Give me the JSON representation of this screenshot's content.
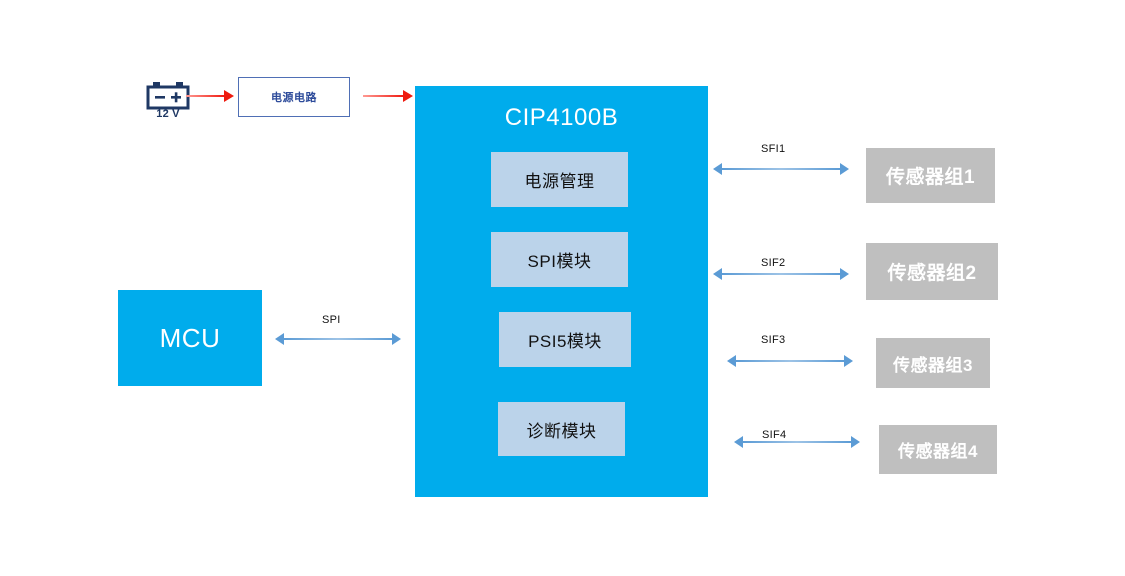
{
  "diagram": {
    "title": "CIP4100B sensor interface block diagram",
    "colors": {
      "chip_blue": "#00ACEC",
      "module_blue": "#BBD3EA",
      "sensor_gray": "#BFBFBF",
      "arrow_blue": "#5B9BD5",
      "arrow_red": "#EE1B0F",
      "power_border": "#4F6FB5",
      "battery_navy": "#1F3864"
    }
  },
  "power_source": {
    "icon": "battery-icon",
    "voltage_label": "12 V"
  },
  "power_circuit": {
    "label": "电源电路"
  },
  "chip": {
    "title": "CIP4100B",
    "modules": [
      {
        "label": "电源管理"
      },
      {
        "label": "SPI模块"
      },
      {
        "label": "PSI5模块"
      },
      {
        "label": "诊断模块"
      }
    ]
  },
  "mcu": {
    "label": "MCU"
  },
  "connections": {
    "mcu_link_label": "SPI",
    "sensor_links": [
      {
        "label": "SFI1"
      },
      {
        "label": "SIF2"
      },
      {
        "label": "SIF3"
      },
      {
        "label": "SIF4"
      }
    ],
    "power_arrows": [
      {
        "name": "battery-to-power-circuit"
      },
      {
        "name": "power-circuit-to-chip"
      }
    ]
  },
  "sensor_groups": [
    {
      "label": "传感器组1"
    },
    {
      "label": "传感器组2"
    },
    {
      "label": "传感器组3"
    },
    {
      "label": "传感器组4"
    }
  ]
}
